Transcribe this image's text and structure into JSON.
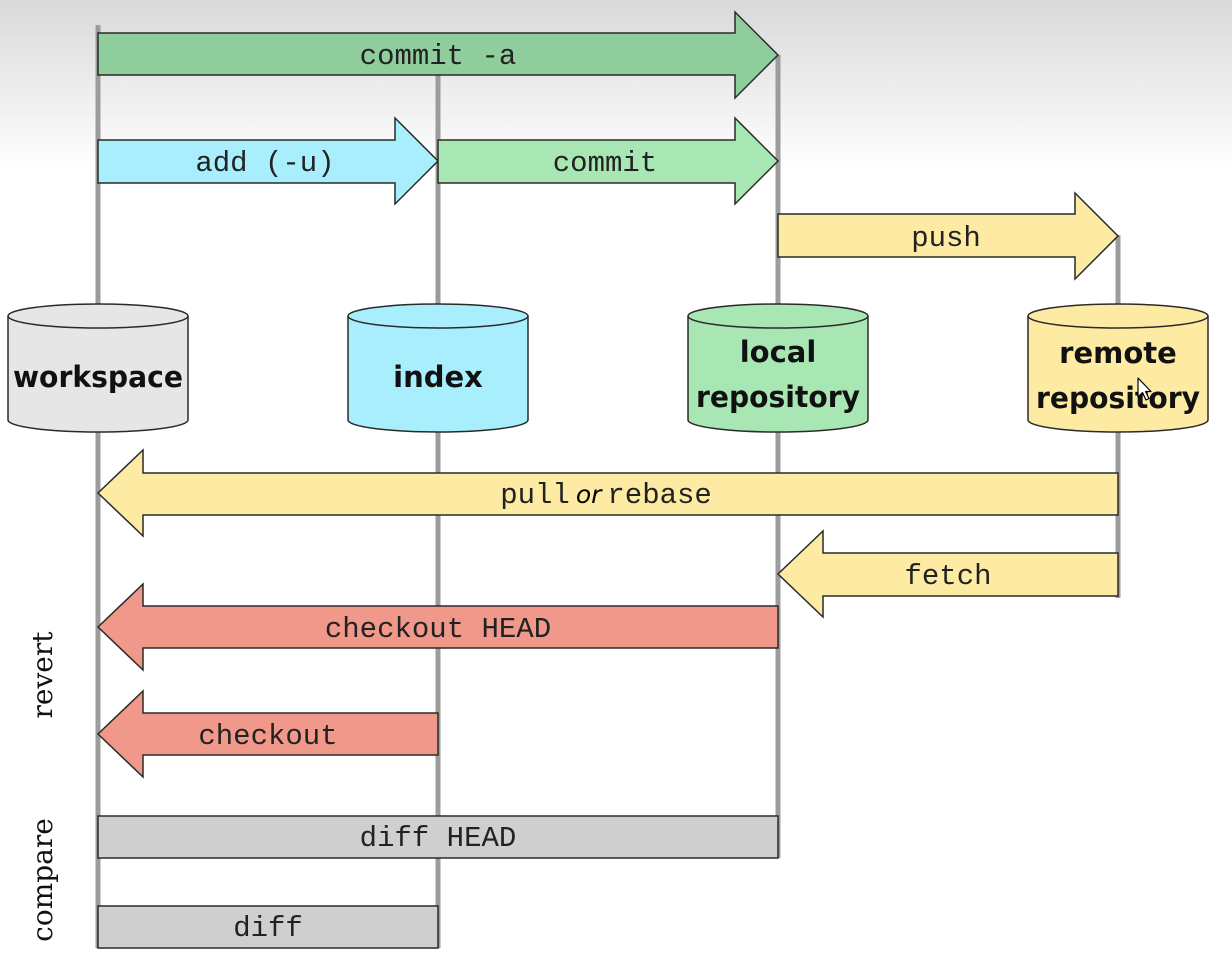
{
  "stores": {
    "workspace": {
      "label": "workspace",
      "color": "#e6e6e6"
    },
    "index": {
      "label": "index",
      "color": "#a8eefd"
    },
    "local": {
      "line1": "local",
      "line2": "repository",
      "color": "#a8e6b4"
    },
    "remote": {
      "line1": "remote",
      "line2": "repository",
      "color": "#fdeaa3"
    }
  },
  "commands": {
    "commit_a": "commit -a",
    "add": "add (-u)",
    "commit": "commit",
    "push": "push",
    "pull_cmd": "pull",
    "pull_or": "or",
    "pull_rebase": "rebase",
    "fetch": "fetch",
    "checkout_head": "checkout HEAD",
    "checkout": "checkout",
    "diff_head": "diff HEAD",
    "diff": "diff"
  },
  "side_labels": {
    "revert": "revert",
    "compare": "compare"
  },
  "colors": {
    "commit_green": "#8fcd9c",
    "commit_light_green": "#a8e6b4",
    "add_cyan": "#a8eefd",
    "sync_yellow": "#fdeaa3",
    "revert_red": "#f0988a",
    "compare_gray": "#cfcfcf",
    "lifeline_gray": "#9c9c9c"
  }
}
